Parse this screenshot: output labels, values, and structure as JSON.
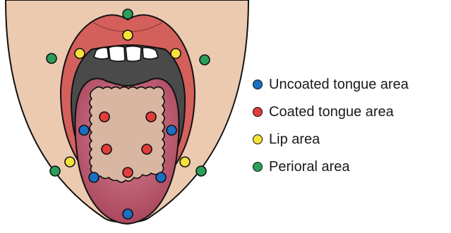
{
  "colors": {
    "skin": "#eccab0",
    "lip": "#d4605c",
    "mouth_dark": "#4a4a4a",
    "teeth": "#ffffff",
    "tongue_edge": "#b34f63",
    "tongue_center": "#d9b6a2",
    "outline": "#111111"
  },
  "legend": [
    {
      "label": "Uncoated tongue area",
      "color": "#1a6fc4",
      "marker": "blue-dot"
    },
    {
      "label": "Coated tongue area",
      "color": "#e23c3c",
      "marker": "red-dot"
    },
    {
      "label": "Lip area",
      "color": "#f5e23a",
      "marker": "yellow-dot"
    },
    {
      "label": "Perioral area",
      "color": "#29a05a",
      "marker": "green-dot"
    }
  ]
}
